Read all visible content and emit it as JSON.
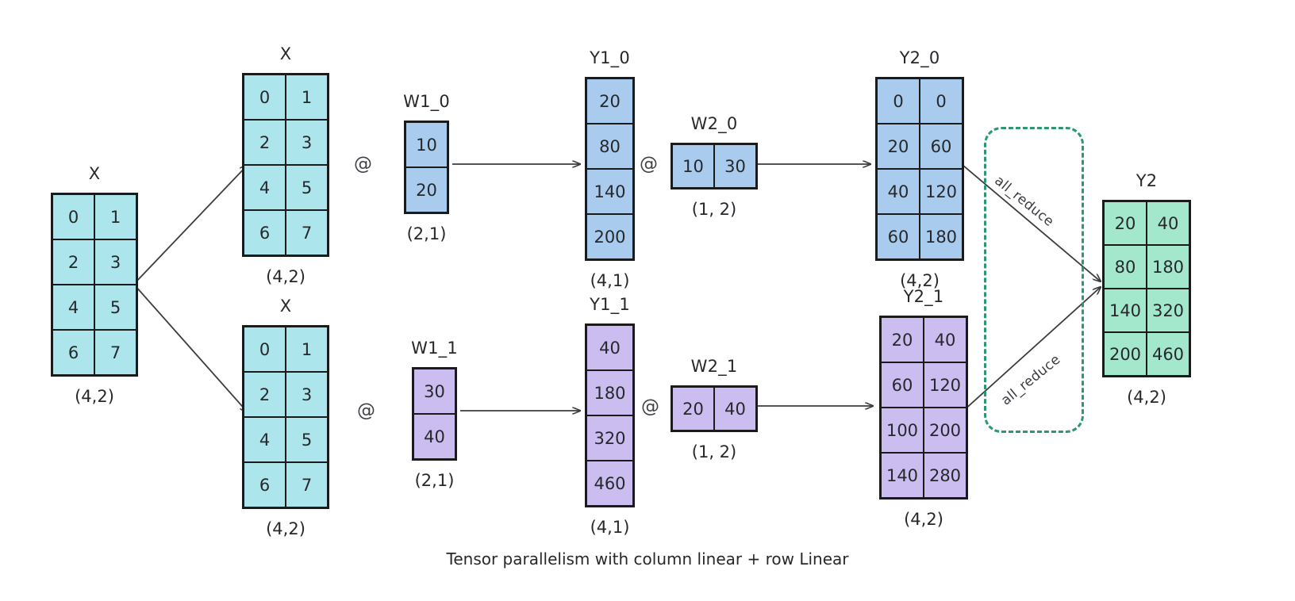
{
  "caption": "Tensor parallelism with column linear + row Linear",
  "colors": {
    "cyan": "#ACE5EC",
    "blue": "#A9CCEE",
    "purple": "#CBBDF0",
    "green": "#A3E8CD",
    "border": "#1b1b1b",
    "arrow": "#3a3d41",
    "dashed_green": "#2e9670",
    "text": "#26282b"
  },
  "matrices": {
    "x_input": {
      "title": "X",
      "shape": "(4,2)",
      "rows": [
        [
          "0",
          "1"
        ],
        [
          "2",
          "3"
        ],
        [
          "4",
          "5"
        ],
        [
          "6",
          "7"
        ]
      ],
      "color": "cyan"
    },
    "x_top": {
      "title": "X",
      "shape": "(4,2)",
      "rows": [
        [
          "0",
          "1"
        ],
        [
          "2",
          "3"
        ],
        [
          "4",
          "5"
        ],
        [
          "6",
          "7"
        ]
      ],
      "color": "cyan"
    },
    "x_bottom": {
      "title": "X",
      "shape": "(4,2)",
      "rows": [
        [
          "0",
          "1"
        ],
        [
          "2",
          "3"
        ],
        [
          "4",
          "5"
        ],
        [
          "6",
          "7"
        ]
      ],
      "color": "cyan"
    },
    "w1_0": {
      "title": "W1_0",
      "shape": "(2,1)",
      "rows": [
        [
          "10"
        ],
        [
          "20"
        ]
      ],
      "color": "blue"
    },
    "w1_1": {
      "title": "W1_1",
      "shape": "(2,1)",
      "rows": [
        [
          "30"
        ],
        [
          "40"
        ]
      ],
      "color": "purple"
    },
    "y1_0": {
      "title": "Y1_0",
      "shape": "(4,1)",
      "rows": [
        [
          "20"
        ],
        [
          "80"
        ],
        [
          "140"
        ],
        [
          "200"
        ]
      ],
      "color": "blue"
    },
    "y1_1": {
      "title": "Y1_1",
      "shape": "(4,1)",
      "rows": [
        [
          "40"
        ],
        [
          "180"
        ],
        [
          "320"
        ],
        [
          "460"
        ]
      ],
      "color": "purple"
    },
    "w2_0": {
      "title": "W2_0",
      "shape": "(1, 2)",
      "rows": [
        [
          "10",
          "30"
        ]
      ],
      "color": "blue"
    },
    "w2_1": {
      "title": "W2_1",
      "shape": "(1, 2)",
      "rows": [
        [
          "20",
          "40"
        ]
      ],
      "color": "purple"
    },
    "y2_0": {
      "title": "Y2_0",
      "shape": "(4,2)",
      "rows": [
        [
          "0",
          "0"
        ],
        [
          "20",
          "60"
        ],
        [
          "40",
          "120"
        ],
        [
          "60",
          "180"
        ]
      ],
      "color": "blue"
    },
    "y2_1": {
      "title": "Y2_1",
      "shape": "(4,2)",
      "rows": [
        [
          "20",
          "40"
        ],
        [
          "60",
          "120"
        ],
        [
          "100",
          "200"
        ],
        [
          "140",
          "280"
        ]
      ],
      "color": "purple"
    },
    "y2_out": {
      "title": "Y2",
      "shape": "(4,2)",
      "rows": [
        [
          "20",
          "40"
        ],
        [
          "80",
          "180"
        ],
        [
          "140",
          "320"
        ],
        [
          "200",
          "460"
        ]
      ],
      "color": "green"
    }
  },
  "operators": {
    "matmul_top_1": "@",
    "matmul_top_2": "@",
    "matmul_bottom_1": "@",
    "matmul_bottom_2": "@"
  },
  "annotations": {
    "all_reduce_top": "all_reduce",
    "all_reduce_bottom": "all_reduce"
  }
}
